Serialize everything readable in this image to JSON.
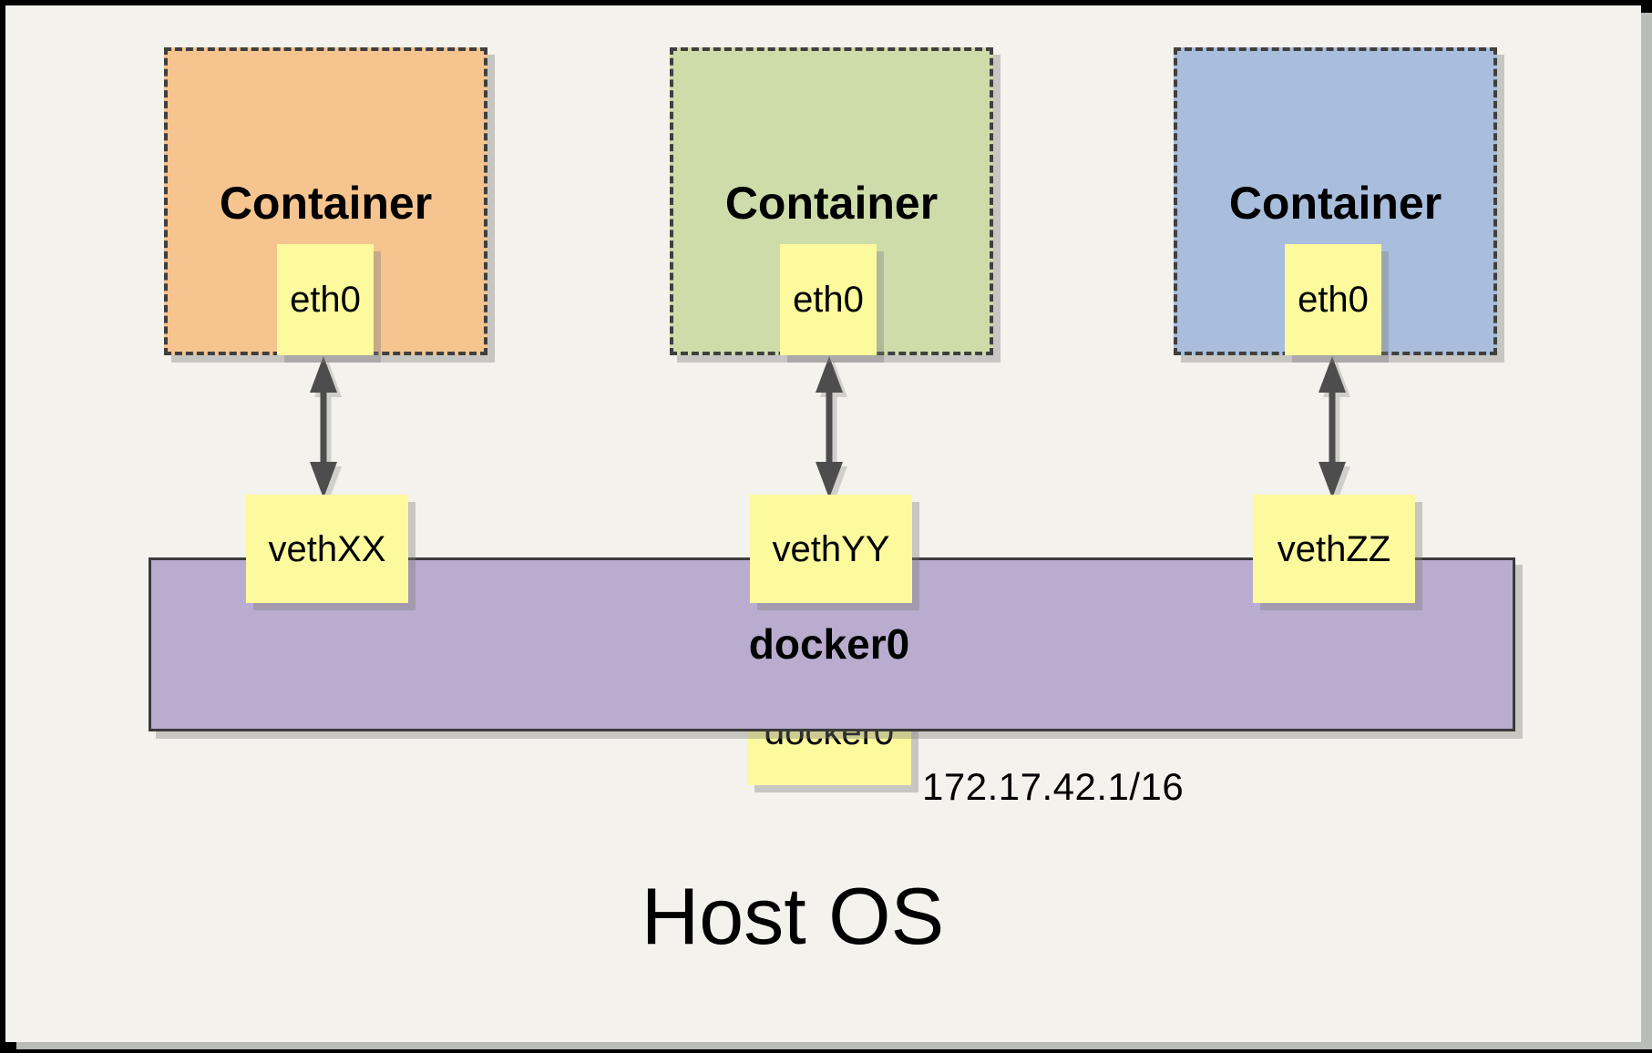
{
  "containers": [
    {
      "label": "Container",
      "fill": "#F6C48E",
      "eth": {
        "label": "eth0"
      },
      "veth": {
        "label": "vethXX"
      }
    },
    {
      "label": "Container",
      "fill": "#CEDCAA",
      "eth": {
        "label": "eth0"
      },
      "veth": {
        "label": "vethYY"
      }
    },
    {
      "label": "Container",
      "fill": "#A9BEDC",
      "eth": {
        "label": "eth0"
      },
      "veth": {
        "label": "vethZZ"
      }
    }
  ],
  "bridge": {
    "label": "docker0",
    "interface_label": "docker0",
    "ip": "172.17.42.1/16",
    "fill": "#BAACCF"
  },
  "host_label": "Host OS",
  "colors": {
    "canvas_background": "#F4F2EC",
    "node_yellow": "#FCFA9D",
    "arrow": "#4D4D4D",
    "dashed_border": "#3F3F3F",
    "outer_frame": "#000000",
    "shadow_strip": "#B9BCB7"
  }
}
